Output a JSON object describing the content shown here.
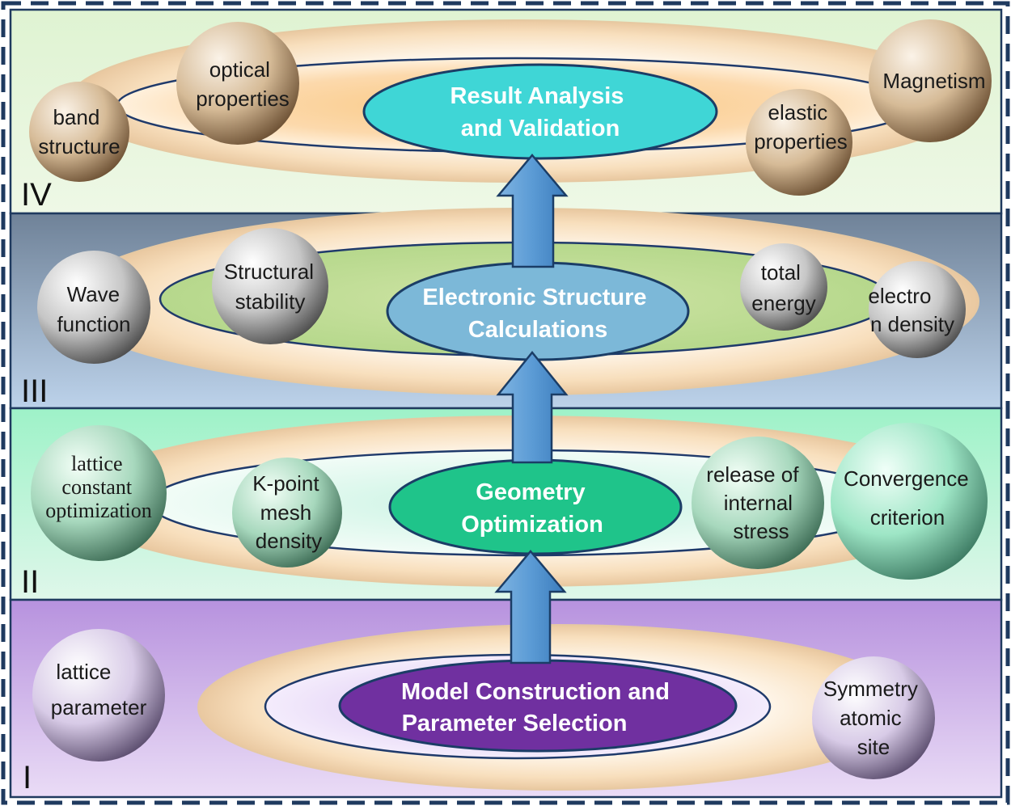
{
  "levels": [
    {
      "numeral": "I",
      "core": [
        "Model Construction and",
        "Parameter Selection"
      ],
      "spheres": [
        {
          "lines": [
            "lattice",
            "parameter"
          ]
        },
        {
          "lines": [
            "Symmetry",
            "atomic",
            "site"
          ]
        }
      ]
    },
    {
      "numeral": "II",
      "core": [
        "Geometry",
        "Optimization"
      ],
      "spheres": [
        {
          "lines": [
            "lattice",
            "constant",
            "optimization"
          ]
        },
        {
          "lines": [
            "K-point",
            "mesh",
            "density"
          ]
        },
        {
          "lines": [
            "release of",
            "internal",
            "stress"
          ]
        },
        {
          "lines": [
            "Convergence",
            "criterion"
          ]
        }
      ]
    },
    {
      "numeral": "III",
      "core": [
        "Electronic Structure",
        "Calculations"
      ],
      "spheres": [
        {
          "lines": [
            "Wave",
            "function"
          ]
        },
        {
          "lines": [
            "Structural",
            "stability"
          ]
        },
        {
          "lines": [
            "total",
            "energy"
          ]
        },
        {
          "lines": [
            "electro",
            "n density"
          ]
        }
      ]
    },
    {
      "numeral": "IV",
      "core": [
        "Result Analysis",
        "and Validation"
      ],
      "spheres": [
        {
          "lines": [
            "band",
            "structure"
          ]
        },
        {
          "lines": [
            "optical",
            "properties"
          ]
        },
        {
          "lines": [
            "elastic",
            "properties"
          ]
        },
        {
          "lines": [
            "Magnetism"
          ]
        }
      ]
    }
  ],
  "colors": {
    "border": "#1f3a5f",
    "arrow": "#5b9bd5",
    "core_I": "#7030a0",
    "core_II": "#1fc48a",
    "core_III": "#7cb8d8",
    "core_IV": "#3fd6d6"
  }
}
